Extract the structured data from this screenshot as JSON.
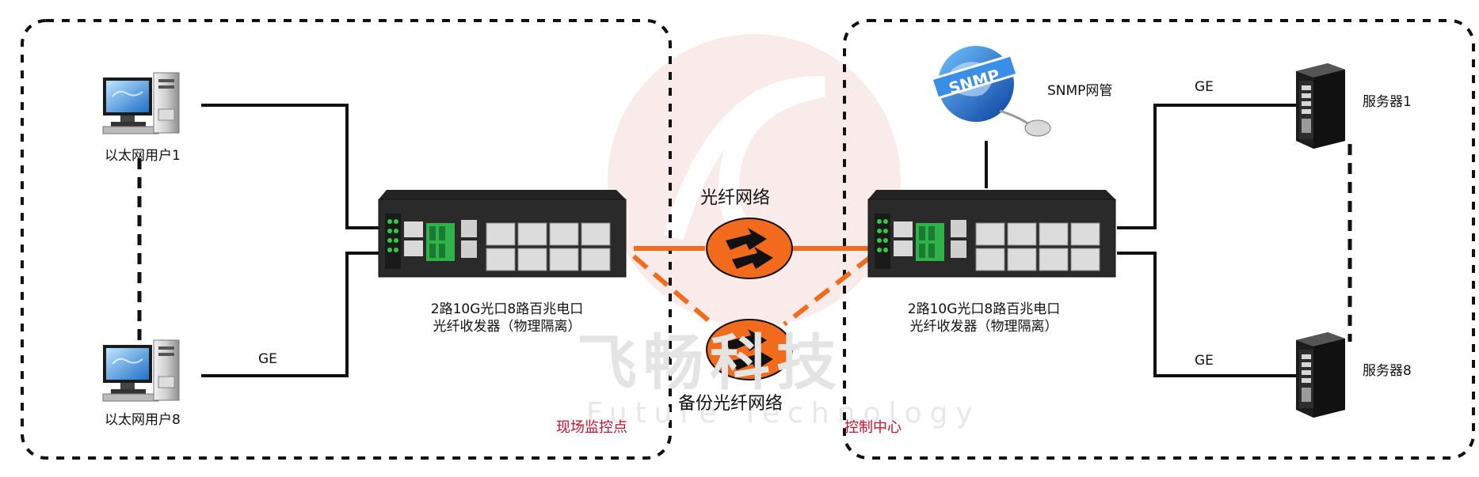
{
  "watermark": {
    "brand": "飞畅科技",
    "tagline": "Future Technology"
  },
  "zones": {
    "left": {
      "label": "现场监控点"
    },
    "right": {
      "label": "控制中心"
    }
  },
  "users": {
    "user1": "以太网用户1",
    "user8": "以太网用户8"
  },
  "servers": {
    "server1": "服务器1",
    "server8": "服务器8"
  },
  "snmp": {
    "label": "SNMP网管",
    "globe_text": "SNMP"
  },
  "links": {
    "ge_user8": "GE",
    "ge_server1": "GE",
    "ge_server8": "GE"
  },
  "networks": {
    "primary": "光纤网络",
    "backup": "备份光纤网络"
  },
  "devices": {
    "left": {
      "line1": "2路10G光口8路百兆电口",
      "line2": "光纤收发器（物理隔离）"
    },
    "right": {
      "line1": "2路10G光口8路百兆电口",
      "line2": "光纤收发器（物理隔离）"
    }
  },
  "colors": {
    "fiber": "#f26a1b",
    "zone_label": "#c8102e",
    "line": "#000000"
  }
}
